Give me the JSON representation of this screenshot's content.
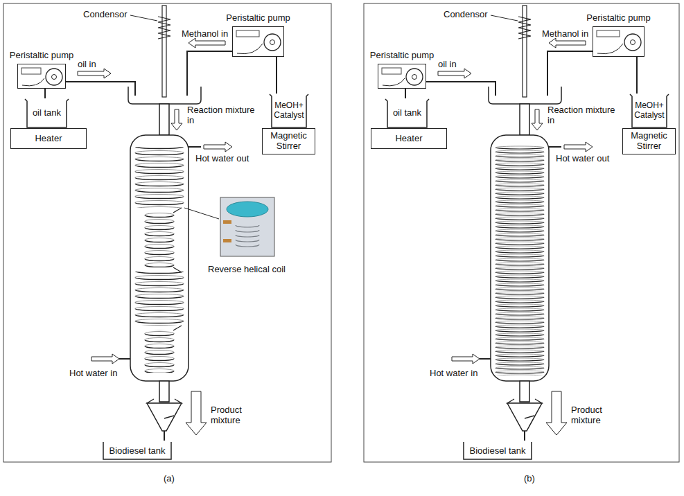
{
  "diagram": {
    "nodes": [
      {
        "text": [
          "Peristaltic pump"
        ]
      },
      {
        "text": [
          "oil tank"
        ]
      },
      {
        "text": [
          "Heater"
        ]
      },
      {
        "text": [
          "Peristaltic pump"
        ]
      },
      {
        "text": [
          "MeOH+ Catalyst"
        ]
      },
      {
        "text": [
          "Magnetic Stirrer"
        ]
      },
      {
        "text": [
          "Biodiesel tank"
        ]
      },
      {
        "text": [
          "Peristaltic pump"
        ]
      },
      {
        "text": [
          "oil tank"
        ]
      },
      {
        "text": [
          "Heater"
        ]
      },
      {
        "text": [
          "Peristaltic pump"
        ]
      },
      {
        "text": [
          "MeOH+ Catalyst"
        ]
      },
      {
        "text": [
          "Magnetic Stirrer"
        ]
      },
      {
        "text": [
          "Biodiesel tank"
        ]
      }
    ],
    "edges": [
      {
        "from": 1,
        "to": 0,
        "arrow": "none"
      },
      {
        "from": 4,
        "to": 3,
        "arrow": "none"
      },
      {
        "from": 8,
        "to": 7,
        "arrow": "none"
      },
      {
        "from": 11,
        "to": 10,
        "arrow": "none"
      }
    ],
    "labels": [
      "Condensor",
      "Methanol in",
      "oil in",
      "Reaction mixture in",
      "Hot water out",
      "Reverse helical coil",
      "Hot water in",
      "Product mixture",
      "(a)",
      "Condensor",
      "Methanol in",
      "oil in",
      "Reaction mixture in",
      "Hot water out",
      "Hot water in",
      "Product mixture",
      "(b)"
    ]
  }
}
